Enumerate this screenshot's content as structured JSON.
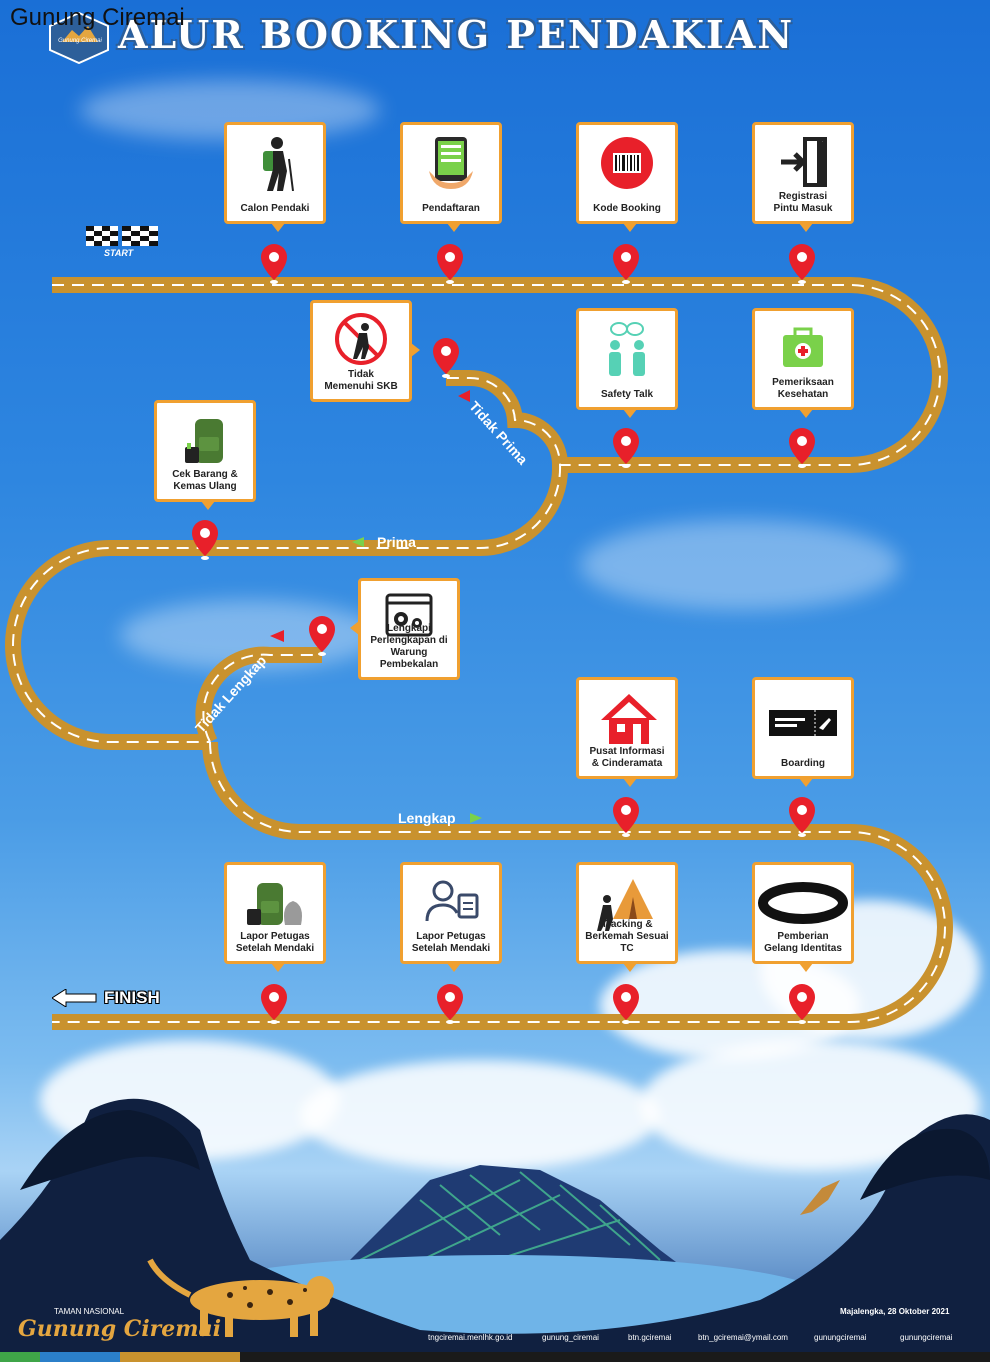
{
  "overlay_title": "Gunung Ciremai",
  "poster": {
    "title": "ALUR BOOKING PENDAKIAN",
    "logo_text": "Gunung Ciremai",
    "start_label": "START",
    "finish_label": "FINISH",
    "path_labels": {
      "tidak_prima": "Tidak Prima",
      "prima": "Prima",
      "tidak_lengkap": "Tidak Lengkap",
      "lengkap": "Lengkap"
    },
    "steps": [
      {
        "label": "Calon Pendaki",
        "icon": "hiker-icon"
      },
      {
        "label": "Pendaftaran",
        "icon": "tablet-form-icon"
      },
      {
        "label": "Kode Booking",
        "icon": "barcode-icon"
      },
      {
        "label": "Registrasi\nPintu Masuk",
        "icon": "door-enter-icon"
      },
      {
        "label": "Pemeriksaan\nKesehatan",
        "icon": "medical-kit-icon"
      },
      {
        "label": "Safety Talk",
        "icon": "people-talk-icon"
      },
      {
        "label": "Tidak\nMemenuhi SKB",
        "icon": "no-hiking-icon"
      },
      {
        "label": "Cek Barang &\nKemas Ulang",
        "icon": "backpack-icon"
      },
      {
        "label": "Lengkapi\nPerlengkapan di\nWarung Pembekalan",
        "icon": "gear-window-icon"
      },
      {
        "label": "Pusat Informasi\n& Cinderamata",
        "icon": "house-icon"
      },
      {
        "label": "Boarding",
        "icon": "ticket-icon"
      },
      {
        "label": "Pemberian\nGelang Identitas",
        "icon": "wristband-icon"
      },
      {
        "label": "Tracking &\nBerkemah Sesuai\nTC",
        "icon": "tent-hiker-icon"
      },
      {
        "label": "Lapor Petugas\nSetelah Mendaki",
        "icon": "user-card-icon"
      },
      {
        "label": "Lapor Petugas\nSetelah Mendaki",
        "icon": "backpack-trash-icon"
      }
    ],
    "footer": {
      "org_small": "TAMAN NASIONAL",
      "org_big": "Gunung Ciremai",
      "date": "Majalengka, 28 Oktober 2021",
      "links": [
        "tngciremai.menlhk.go.id",
        "gunung_ciremai",
        "btn.gciremai",
        "btn_gciremai@ymail.com",
        "gunungciremai",
        "gunungciremai"
      ]
    },
    "colors": {
      "road": "#c9922e",
      "card_border": "#f0a030",
      "pin": "#e8202a",
      "sky": "#2e86e0"
    }
  }
}
